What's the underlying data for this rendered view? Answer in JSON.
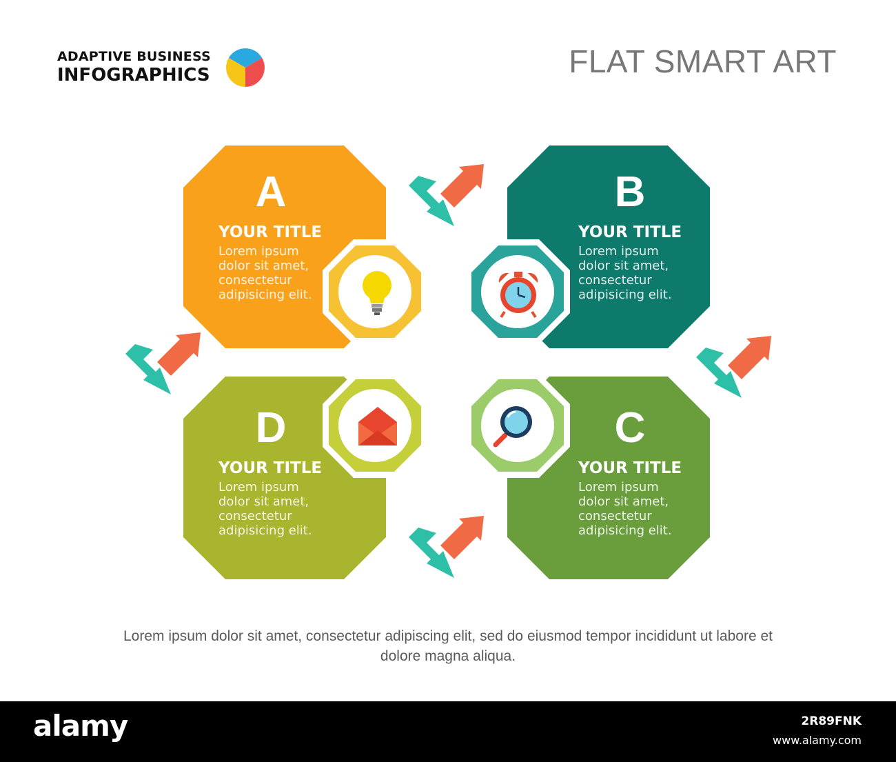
{
  "header": {
    "brand_line1": "ADAPTIVE BUSINESS",
    "brand_line2": "INFOGRAPHICS",
    "title": "FLAT SMART ART"
  },
  "logo_colors": {
    "blue": "#2aa8e0",
    "yellow": "#f5c518",
    "red": "#ee4d4d"
  },
  "blocks": [
    {
      "letter": "A",
      "title": "YOUR TITLE",
      "body": "Lorem ipsum dolor sit amet, consectetur adipisicing elit.",
      "color": "#f9a11b",
      "ring_color": "#f7c134",
      "icon": "lightbulb-icon"
    },
    {
      "letter": "B",
      "title": "YOUR TITLE",
      "body": "Lorem ipsum dolor sit amet, consectetur adipisicing elit.",
      "color": "#0d7a6b",
      "ring_color": "#2aa39a",
      "icon": "alarm-clock-icon"
    },
    {
      "letter": "C",
      "title": "YOUR TITLE",
      "body": "Lorem ipsum dolor sit amet, consectetur adipisicing elit.",
      "color": "#6a9e3c",
      "ring_color": "#9ccb6a",
      "icon": "magnifier-icon"
    },
    {
      "letter": "D",
      "title": "YOUR TITLE",
      "body": "Lorem ipsum dolor sit amet, consectetur adipisicing elit.",
      "color": "#a9b42f",
      "ring_color": "#c4cf3a",
      "icon": "envelope-icon"
    }
  ],
  "arrow_colors": {
    "up": "#f06a45",
    "down": "#2ebfa8"
  },
  "caption": "Lorem ipsum dolor sit amet, consectetur adipiscing elit, sed do eiusmod tempor incididunt ut labore et dolore magna aliqua.",
  "footer": {
    "logo": "alamy",
    "image_id": "2R89FNK",
    "url": "www.alamy.com"
  }
}
